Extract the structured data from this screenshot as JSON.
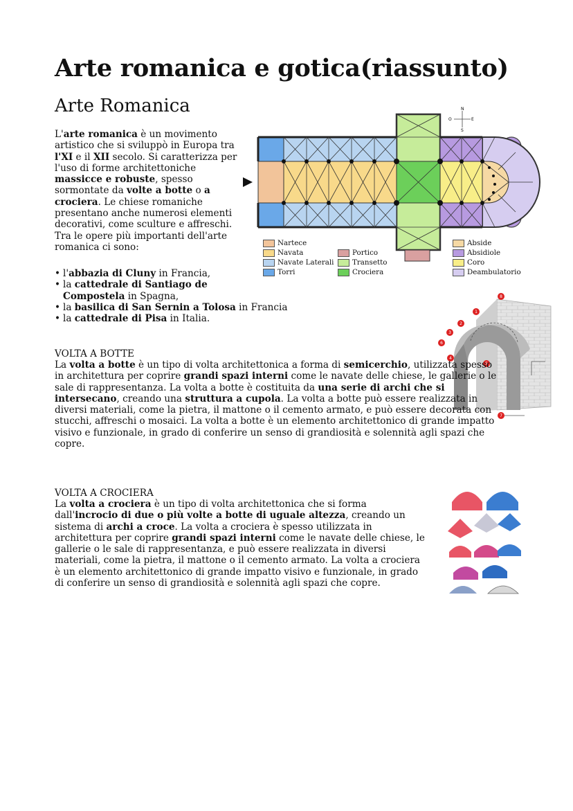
{
  "title": "Arte romanica e gotica(riassunto)",
  "romanica": {
    "heading": "Arte Romanica",
    "intro": [
      {
        "t": "L'"
      },
      {
        "t": "arte romanica",
        "b": true
      },
      {
        "t": " è un movimento artistico che si sviluppò in Europa tra "
      },
      {
        "t": "l'XI",
        "b": true
      },
      {
        "t": " e il "
      },
      {
        "t": "XII",
        "b": true
      },
      {
        "t": " secolo. Si caratterizza per l'uso di forme architettoniche "
      },
      {
        "t": "massicce e robuste",
        "b": true
      },
      {
        "t": ", spesso sormontate da "
      },
      {
        "t": "volte a botte",
        "b": true
      },
      {
        "t": " o "
      },
      {
        "t": "a crociera",
        "b": true
      },
      {
        "t": ". Le chiese romaniche presentano anche numerosi elementi decorativi, come sculture e affreschi. Tra le opere più importanti dell'arte romanica ci sono:"
      }
    ],
    "bullets": [
      [
        {
          "t": "l'"
        },
        {
          "t": "abbazia di Cluny",
          "b": true
        },
        {
          "t": " in Francia,"
        }
      ],
      [
        {
          "t": "la "
        },
        {
          "t": "cattedrale di Santiago de Compostela",
          "b": true
        },
        {
          "t": " in Spagna,"
        }
      ],
      [
        {
          "t": "la "
        },
        {
          "t": "basilica di San Sernin a Tolosa",
          "b": true
        },
        {
          "t": " in Francia"
        }
      ],
      [
        {
          "t": "la "
        },
        {
          "t": "cattedrale di Pisa",
          "b": true
        },
        {
          "t": " in Italia."
        }
      ]
    ],
    "compass": {
      "n": "N",
      "s": "S",
      "e": "E",
      "o": "O"
    },
    "legend": {
      "col1": [
        {
          "label": "Nartece",
          "color": "#f2c49a"
        },
        {
          "label": "Navata",
          "color": "#f8d98a"
        },
        {
          "label": "Navate Laterali",
          "color": "#b8d4f0"
        },
        {
          "label": "Torri",
          "color": "#6aa8e8"
        }
      ],
      "col2": [
        {
          "label": "Portico",
          "color": "#d9a0a0"
        },
        {
          "label": "Transetto",
          "color": "#c6ec9a"
        },
        {
          "label": "Crociera",
          "color": "#6ccf5a"
        }
      ],
      "col3": [
        {
          "label": "Abside",
          "color": "#f6d9a4"
        },
        {
          "label": "Absidiole",
          "color": "#b79ae0"
        },
        {
          "label": "Coro",
          "color": "#f8ee88"
        },
        {
          "label": "Deambulatorio",
          "color": "#d6cdf0"
        }
      ]
    }
  },
  "botte": {
    "heading": "VOLTA A BOTTE",
    "body": [
      {
        "t": "La "
      },
      {
        "t": "volta a botte",
        "b": true
      },
      {
        "t": " è un tipo di volta architettonica a forma di "
      },
      {
        "t": "semicerchio",
        "b": true
      },
      {
        "t": ", utilizzata spesso in architettura per coprire "
      },
      {
        "t": "grandi spazi interni",
        "b": true
      },
      {
        "t": " come le navate delle chiese, le gallerie o le sale di  rappresentanza. La volta a botte è costituita da "
      },
      {
        "t": "una serie di archi che si intersecano",
        "b": true
      },
      {
        "t": ", creando una "
      },
      {
        "t": "struttura a cupola",
        "b": true
      },
      {
        "t": ". La volta a botte può essere realizzata in diversi materiali, come la pietra, il mattone o il cemento armato, e può essere decorata con stucchi, affreschi o mosaici. La volta a botte è un elemento architettonico di grande impatto visivo e funzionale, in grado di conferire un senso di grandiosità e solennità agli spazi che copre."
      }
    ],
    "labels": [
      "1",
      "2",
      "3",
      "4",
      "5",
      "6",
      "7",
      "8"
    ]
  },
  "crociera": {
    "heading": "VOLTA A CROCIERA",
    "body": [
      {
        "t": "La "
      },
      {
        "t": "volta a crociera",
        "b": true
      },
      {
        "t": " è un tipo di volta architettonica che si forma dall'"
      },
      {
        "t": "incrocio di due o più volte a botte di uguale altezza",
        "b": true
      },
      {
        "t": ", creando un sistema di "
      },
      {
        "t": "archi a croce",
        "b": true
      },
      {
        "t": ". La volta a crociera è spesso utilizzata in architettura per coprire "
      },
      {
        "t": "grandi spazi interni",
        "b": true
      },
      {
        "t": " come le navate delle chiese, le gallerie o le sale di rappresentanza, e può essere realizzata in diversi materiali, come la pietra, il mattone o il cemento armato. La volta a crociera è un elemento architettonico di grande impatto visivo e funzionale, in grado di conferire un senso di grandiosità e solennità agli spazi che copre."
      }
    ]
  }
}
